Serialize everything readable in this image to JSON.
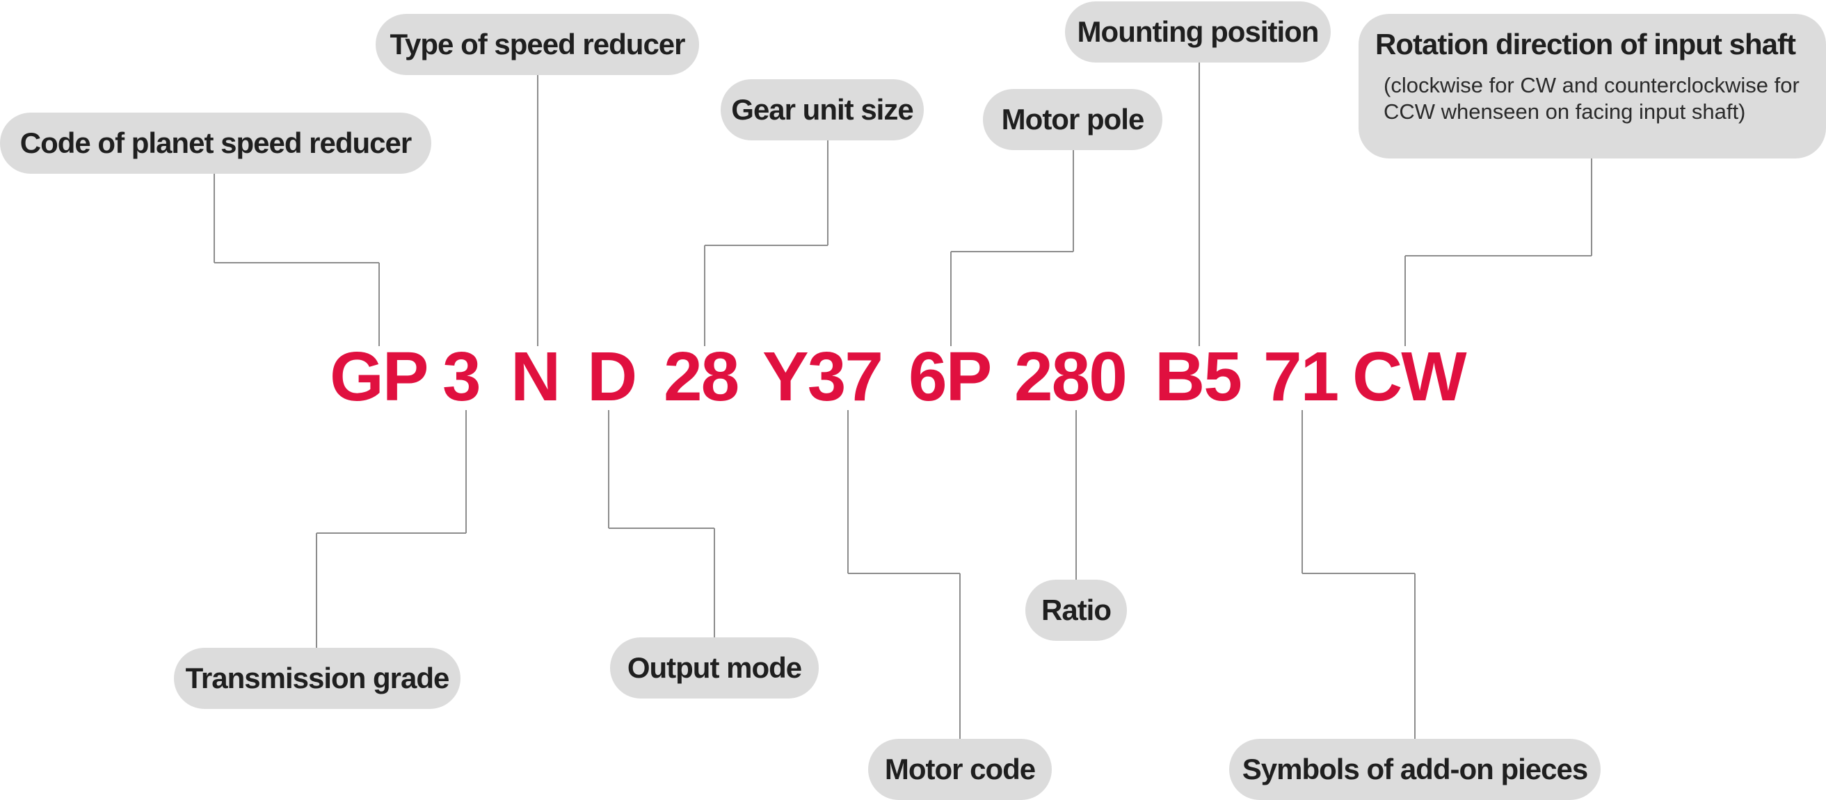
{
  "code_segments": {
    "gp": "GP",
    "grade": "3",
    "type": "N",
    "output": "D",
    "size": "28",
    "motor": "Y37",
    "pole": "6P",
    "ratio": "280",
    "mount": "B5",
    "addon": "71",
    "rotation": "CW"
  },
  "labels": {
    "code_of_planet": "Code of planet speed reducer",
    "type_of_reducer": "Type of speed reducer",
    "gear_unit_size": "Gear unit size",
    "motor_pole": "Motor pole",
    "mounting_position": "Mounting position",
    "rotation_title": "Rotation direction of input shaft",
    "rotation_note_line1": "(clockwise for CW and counterclockwise for",
    "rotation_note_line2": "CCW whenseen on facing input shaft)",
    "transmission_grade": "Transmission grade",
    "output_mode": "Output mode",
    "motor_code": "Motor code",
    "ratio": "Ratio",
    "add_on_pieces": "Symbols of add-on pieces"
  },
  "colors": {
    "code_text": "#e0103f",
    "pill_background": "#dcdcdc",
    "label_text": "#1f1f1f",
    "connector": "#8c8c8c"
  }
}
